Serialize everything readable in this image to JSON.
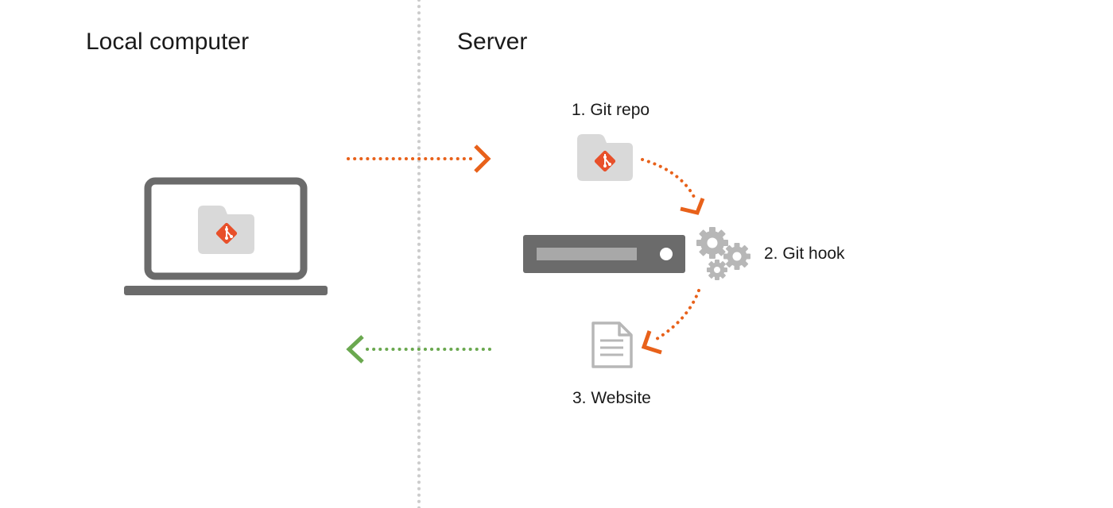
{
  "sections": {
    "local": "Local computer",
    "server": "Server"
  },
  "steps": {
    "repo": "1. Git repo",
    "hook": "2. Git hook",
    "website": "3. Website"
  },
  "icons": {
    "laptop": "laptop-icon",
    "repo_folder_local": "git-folder-icon",
    "repo_folder_server": "git-folder-icon",
    "server": "server-icon",
    "gears": "gears-icon",
    "document": "document-icon"
  },
  "colors": {
    "push_arrow": "#e8611a",
    "pull_arrow": "#6aa84f",
    "git_logo": "#e8502a",
    "device_gray": "#6b6b6b",
    "folder_gray": "#d9d9d9",
    "light_gray": "#b7b7b7",
    "divider": "#cccccc"
  }
}
